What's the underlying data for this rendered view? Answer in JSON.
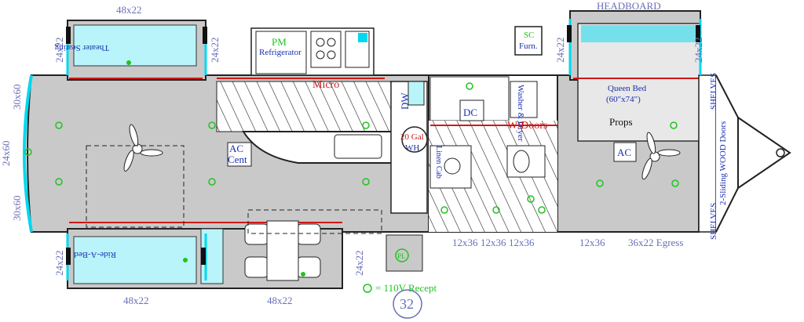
{
  "labels": {
    "headboard": "HEADBOARD",
    "top_sofa_width": "48x22",
    "bottom_left_width": "48x22",
    "bottom_dinette_width": "48x22",
    "side_24x22": "24x22",
    "left_30x60_top": "30x60",
    "left_24x60": "24x60",
    "left_30x60_bottom": "30x60",
    "theater_seating": "Theater Seating",
    "ride_a_bed": "Ride-A-Bed",
    "pm": "PM",
    "refrigerator": "Refrigerator",
    "micro": "Micro",
    "dw": "DW",
    "gal": "20 Gal",
    "wh": "WH",
    "dc": "DC",
    "washer_dryer": "Washer & Dryer",
    "w_doors": "W/Doors",
    "sc": "SC",
    "furn": "Furn.",
    "queen_bed": "Queen Bed",
    "queen_size": "(60\"x74\")",
    "props": "Props",
    "ac_cent": "AC",
    "cent": "Cent",
    "ac": "AC",
    "linen": "Linen Cab",
    "shelves_top": "SHELVES",
    "shelves_bottom": "SHELVES",
    "sliding_doors": "2-Sliding WOOD Doors",
    "win_1": "12x36",
    "win_2": "12x36",
    "win_3": "12x36",
    "win_4": "12x36",
    "egress": "36x22 Egress",
    "receptacle": "= 110V Recept",
    "model": "32",
    "pl": "PL"
  },
  "colors": {
    "floor_gray": "#c9c9c9",
    "slide_cyan": "#00d8f0",
    "light_cyan": "#b8f4fa",
    "dim_blue": "#6a6fb8",
    "label_blue": "#1a2fb0",
    "outlet_green": "#22c222",
    "red_line": "#d01818"
  }
}
